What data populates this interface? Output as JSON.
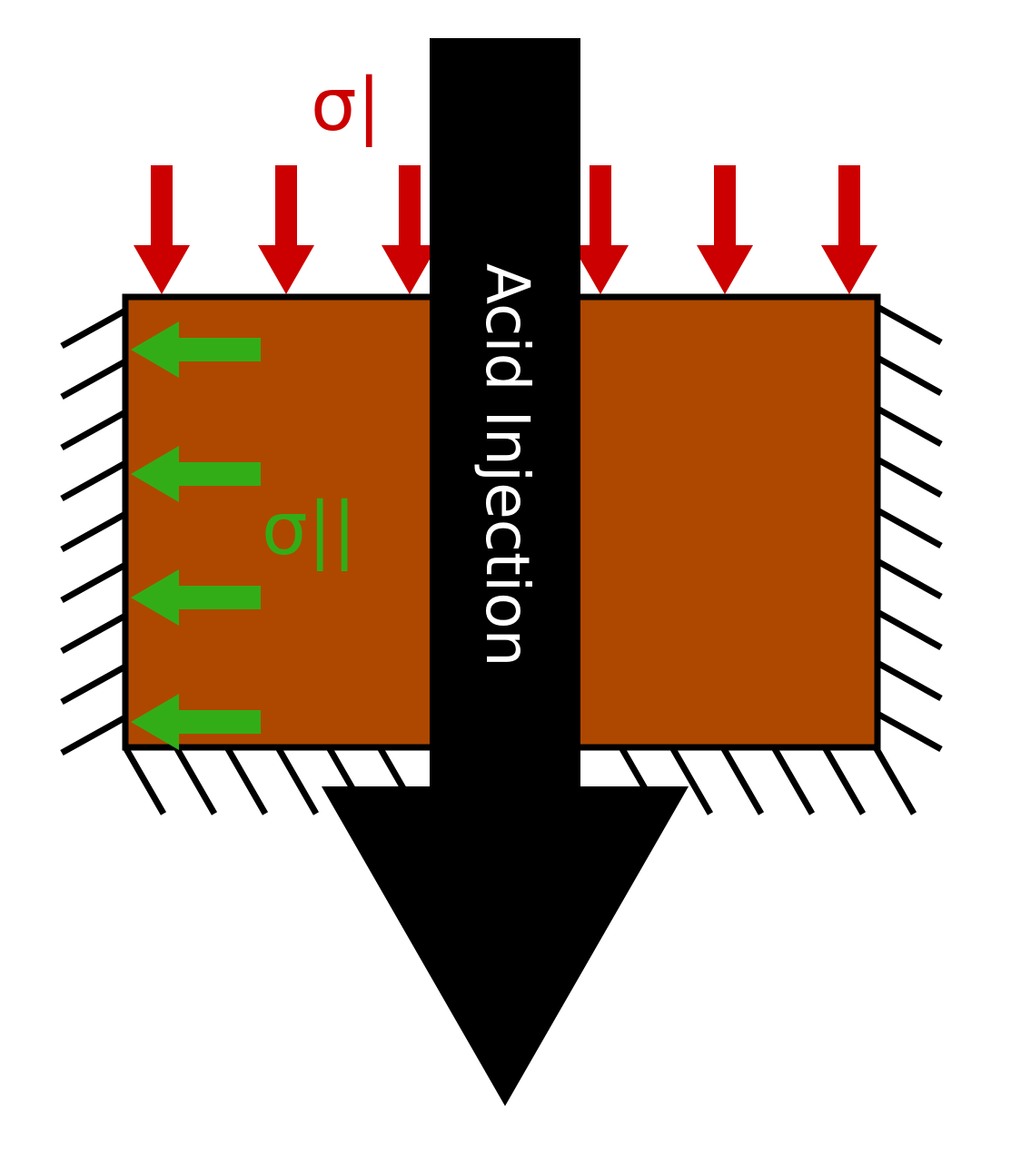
{
  "labels": {
    "sigma_vertical": "σ|",
    "sigma_horizontal": "σ||",
    "injection": "Acid Injection"
  },
  "colors": {
    "rock": "#ae4800",
    "vertical_stress": "#cc0000",
    "horizontal_stress": "#33ad17",
    "injection_arrow": "#000000",
    "injection_text": "#ffffff",
    "outline": "#000000"
  }
}
